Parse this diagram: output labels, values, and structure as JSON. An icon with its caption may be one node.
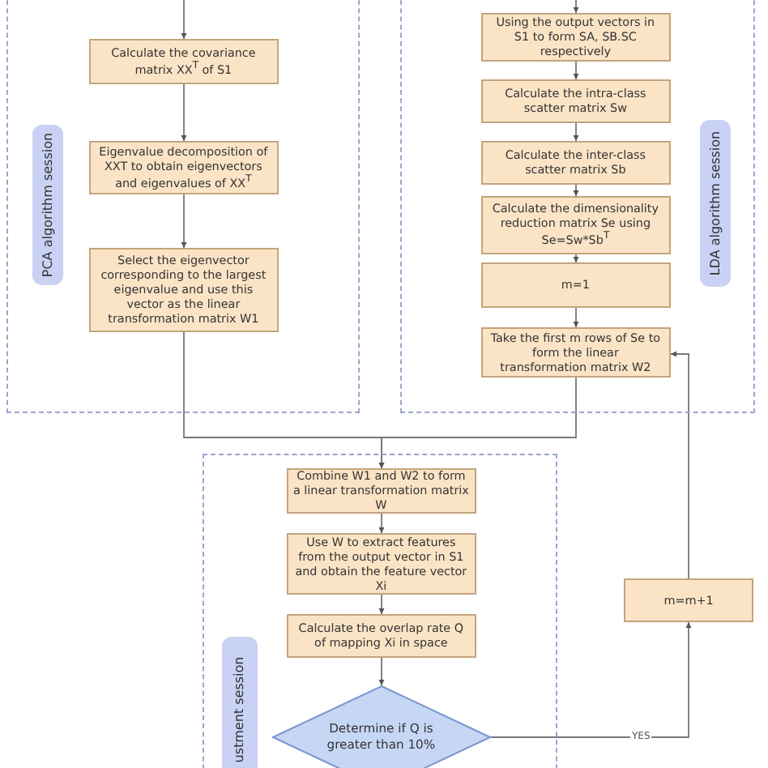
{
  "diagram": {
    "nodes": [
      {
        "text": [
          "PCA algorithm session"
        ]
      },
      {
        "text": [
          "Calculate the covariance matrix XX$^{T}$ of S1"
        ],
        "in": 0
      },
      {
        "text": [
          "Eigenvalue decomposition of XXT to obtain eigenvectors and eigenvalues of XX$^{T}$"
        ],
        "in": 0
      },
      {
        "text": [
          "Select the eigenvector corresponding to the largest eigenvalue and use this vector as the linear transformation matrix W1"
        ],
        "in": 0
      },
      {
        "text": [
          "LDA algorithm session"
        ]
      },
      {
        "text": [
          "Using the output vectors in S1 to form SA, SB.SC respectively"
        ],
        "in": 4
      },
      {
        "text": [
          "Calculate the intra-class scatter matrix Sw"
        ],
        "in": 4
      },
      {
        "text": [
          "Calculate the inter-class scatter matrix Sb"
        ],
        "in": 4
      },
      {
        "text": [
          "Calculate the dimensionality reduction matrix Se using Se=Sw*Sb$^{T}$"
        ],
        "in": 4
      },
      {
        "text": [
          "m=1"
        ],
        "in": 4
      },
      {
        "text": [
          "Take the first m rows of Se to form the linear transformation matrix W2"
        ],
        "in": 4
      },
      {
        "text": [
          "ustment session"
        ]
      },
      {
        "text": [
          "Combine W1 and W2 to form a linear transformation matrix W"
        ],
        "in": 11
      },
      {
        "text": [
          "Use W to extract features from the output vector in S1 and obtain the feature vector Xi"
        ],
        "in": 11
      },
      {
        "text": [
          "Calculate the overlap rate Q of mapping Xi in space"
        ],
        "in": 11
      },
      {
        "text": [
          "Determine if Q is greater than 10%"
        ],
        "in": 11
      },
      {
        "text": [
          "m=m+1"
        ]
      }
    ],
    "edges": [
      {
        "from": null,
        "to": 1,
        "arrow": "to"
      },
      {
        "from": 1,
        "to": 2,
        "arrow": "to"
      },
      {
        "from": 2,
        "to": 3,
        "arrow": "to"
      },
      {
        "from": 3,
        "to": 12,
        "arrow": "to"
      },
      {
        "from": null,
        "to": 5,
        "arrow": "to"
      },
      {
        "from": 5,
        "to": 6,
        "arrow": "to"
      },
      {
        "from": 6,
        "to": 7,
        "arrow": "to"
      },
      {
        "from": 7,
        "to": 8,
        "arrow": "to"
      },
      {
        "from": 8,
        "to": 9,
        "arrow": "to"
      },
      {
        "from": 9,
        "to": 10,
        "arrow": "to"
      },
      {
        "from": 10,
        "to": 12,
        "arrow": "to"
      },
      {
        "from": 12,
        "to": 13,
        "arrow": "to"
      },
      {
        "from": 13,
        "to": 14,
        "arrow": "to"
      },
      {
        "from": 14,
        "to": 15,
        "arrow": "to"
      },
      {
        "from": 15,
        "to": 16,
        "label": "YES",
        "arrow": "to"
      },
      {
        "from": 16,
        "to": 10,
        "arrow": "to"
      }
    ]
  }
}
